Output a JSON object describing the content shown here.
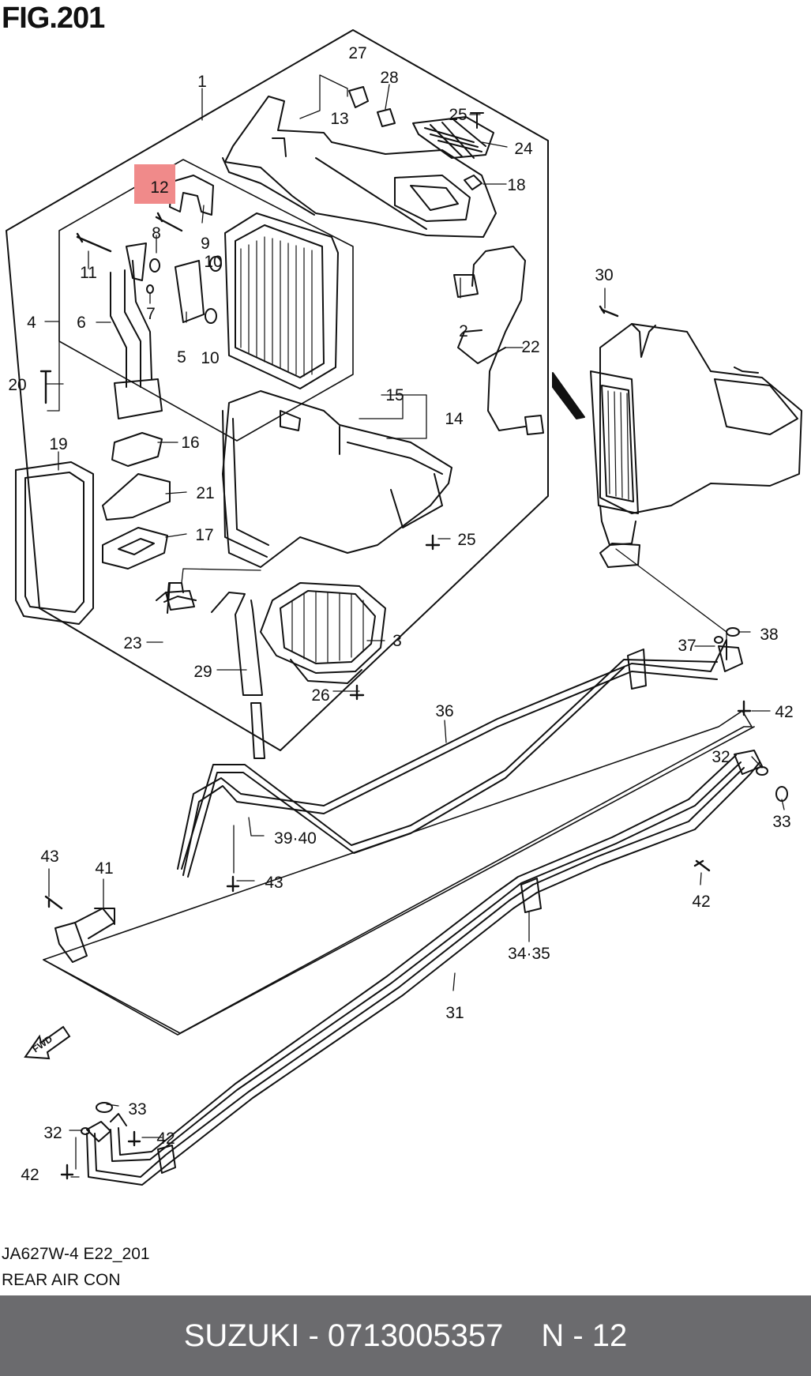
{
  "figure": {
    "title": "FIG.201",
    "code": "JA627W-4 E22_201",
    "name": "REAR AIR CON"
  },
  "highlight": {
    "color": "#f08a8a",
    "label": "12"
  },
  "callouts": [
    "1",
    "2",
    "3",
    "4",
    "5",
    "6",
    "7",
    "8",
    "9",
    "10",
    "10",
    "11",
    "13",
    "14",
    "15",
    "16",
    "17",
    "18",
    "19",
    "20",
    "21",
    "22",
    "23",
    "24",
    "25",
    "25",
    "26",
    "27",
    "28",
    "29",
    "30",
    "31",
    "32",
    "32",
    "33",
    "33",
    "34·35",
    "36",
    "37",
    "38",
    "39·40",
    "41",
    "42",
    "42",
    "42",
    "42",
    "43",
    "43"
  ],
  "fwd_label": "FWD",
  "footer": {
    "part": "SUZUKI - 0713005357",
    "page": "N - 12",
    "background": "#6b6b6e"
  }
}
